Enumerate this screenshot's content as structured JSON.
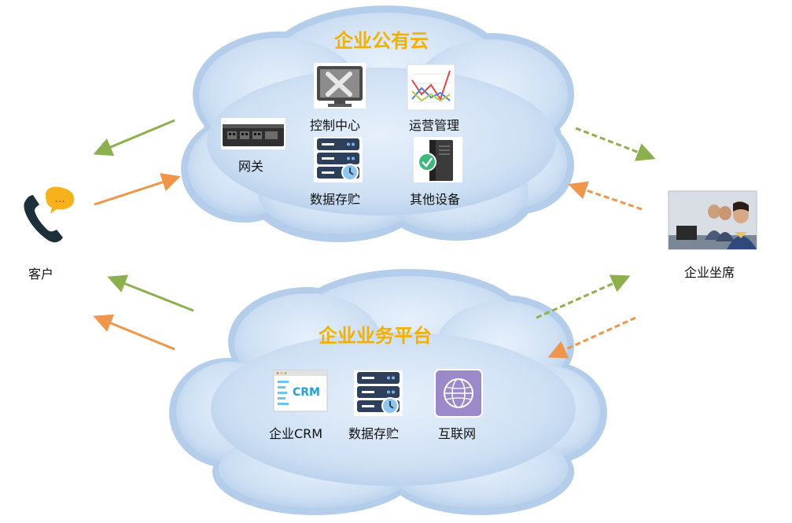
{
  "colors": {
    "cloud_fill": "#c9ddf3",
    "cloud_edge": "#a9c6e8",
    "title": "#f2b000",
    "arrow_green": "#8db04f",
    "arrow_orange": "#f0954a"
  },
  "public_cloud": {
    "title": "企业公有云",
    "items": [
      {
        "label": "控制中心",
        "icon": "control-center-icon"
      },
      {
        "label": "运营管理",
        "icon": "operations-chart-icon"
      },
      {
        "label": "网关",
        "icon": "gateway-device-icon"
      },
      {
        "label": "数据存贮",
        "icon": "server-storage-icon"
      },
      {
        "label": "其他设备",
        "icon": "server-tower-icon"
      }
    ]
  },
  "business_platform": {
    "title": "企业业务平台",
    "items": [
      {
        "label": "企业CRM",
        "icon": "crm-window-icon",
        "icon_text": "CRM"
      },
      {
        "label": "数据存贮",
        "icon": "server-storage-icon"
      },
      {
        "label": "互联网",
        "icon": "internet-globe-icon"
      }
    ]
  },
  "customer": {
    "label": "客户",
    "icon": "phone-chat-icon",
    "bubble_text": "..."
  },
  "agents": {
    "label": "企业坐席",
    "icon": "call-center-agents-icon"
  }
}
